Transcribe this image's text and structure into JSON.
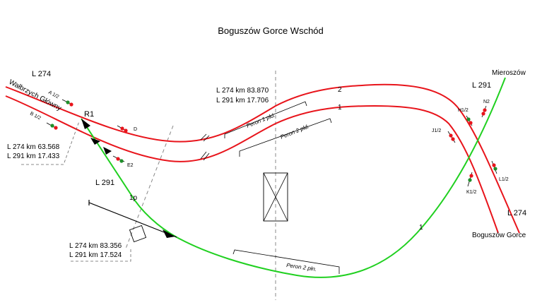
{
  "title": "Boguszów Gorce Wschód",
  "lines": {
    "l274_top_left": "L 274",
    "l291_top_right": "L 291",
    "l291_mid": "L 291",
    "l274_bottom_right": "L 274"
  },
  "destinations": {
    "walbrzych": "Wałbrzych Główny",
    "mieroszow": "Mieroszów",
    "boguszow": "Boguszów Gorce"
  },
  "kilometrage": {
    "top": {
      "l274": "L 274  km 83.870",
      "l291": "L 291  km 17.706"
    },
    "left": {
      "l274": "L 274  km 63.568",
      "l291": "L 291  km 17.433"
    },
    "bottom": {
      "l274": "L 274  km 83.356",
      "l291": "L 291  km 17.524"
    }
  },
  "tracks": {
    "t2": "2",
    "t1": "1",
    "t1p": "1p",
    "t1_green": "1"
  },
  "signals": {
    "a12": "A 1/2",
    "b12": "B 1/2",
    "r1": "R1",
    "d": "D",
    "e2": "E2",
    "h12": "H1/2",
    "n2": "N2",
    "j12": "J1/2",
    "k12": "K1/2",
    "l12": "L1/2"
  },
  "platforms": {
    "p1": "Peron 1 płd.",
    "p2": "Peron 2 płd.",
    "p2b": "Peron 2 płn."
  },
  "colors": {
    "track_line_274": "#e8141b",
    "track_line_291": "#20d020",
    "signal_red": "#e8141b",
    "signal_green": "#1f8f2a"
  }
}
